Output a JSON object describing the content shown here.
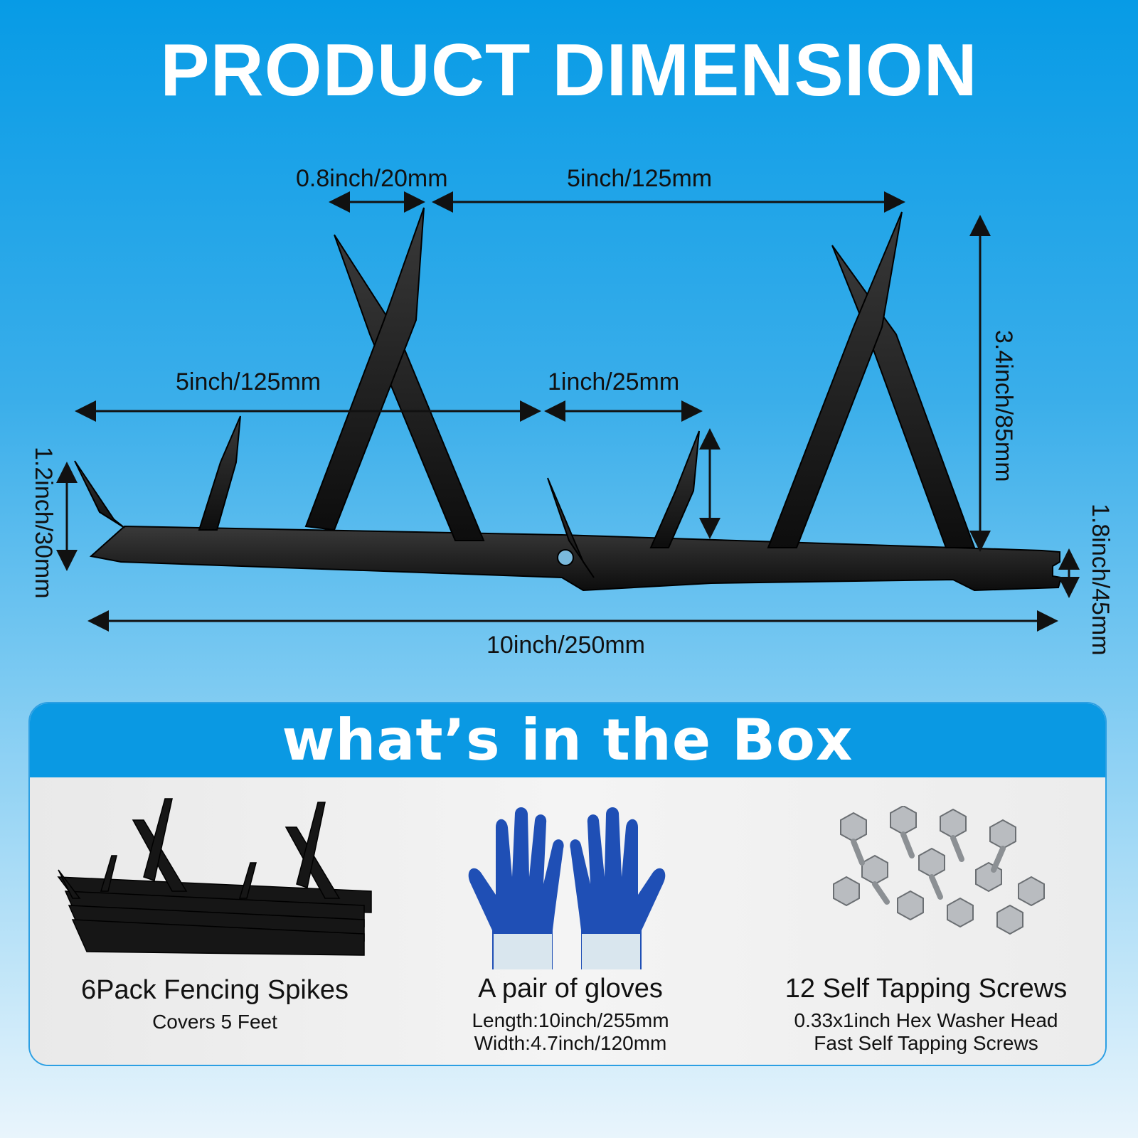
{
  "header": {
    "title": "PRODUCT DIMENSION"
  },
  "dimensions": {
    "tip_width": "0.8inch/20mm",
    "top_spacing": "5inch/125mm",
    "left_spacing": "5inch/125mm",
    "small_gap": "1inch/25mm",
    "side_height": "1.2inch/30mm",
    "total_height": "3.4inch/85mm",
    "right_height": "1.8inch/45mm",
    "total_length": "10inch/250mm"
  },
  "box": {
    "title": "what’s in  the  Box",
    "items": [
      {
        "title": "6Pack Fencing Spikes",
        "lines": [
          "Covers 5 Feet"
        ]
      },
      {
        "title": "A pair of gloves",
        "lines": [
          "Length:10inch/255mm",
          "Width:4.7inch/120mm"
        ]
      },
      {
        "title": "12 Self Tapping Screws",
        "lines": [
          "0.33x1inch Hex Washer Head",
          "Fast Self Tapping Screws"
        ]
      }
    ]
  },
  "colors": {
    "background_top": "#079be6",
    "header_bar": "#0a99e3",
    "spike": "#1c1c1c",
    "glove": "#1f4fb5"
  }
}
